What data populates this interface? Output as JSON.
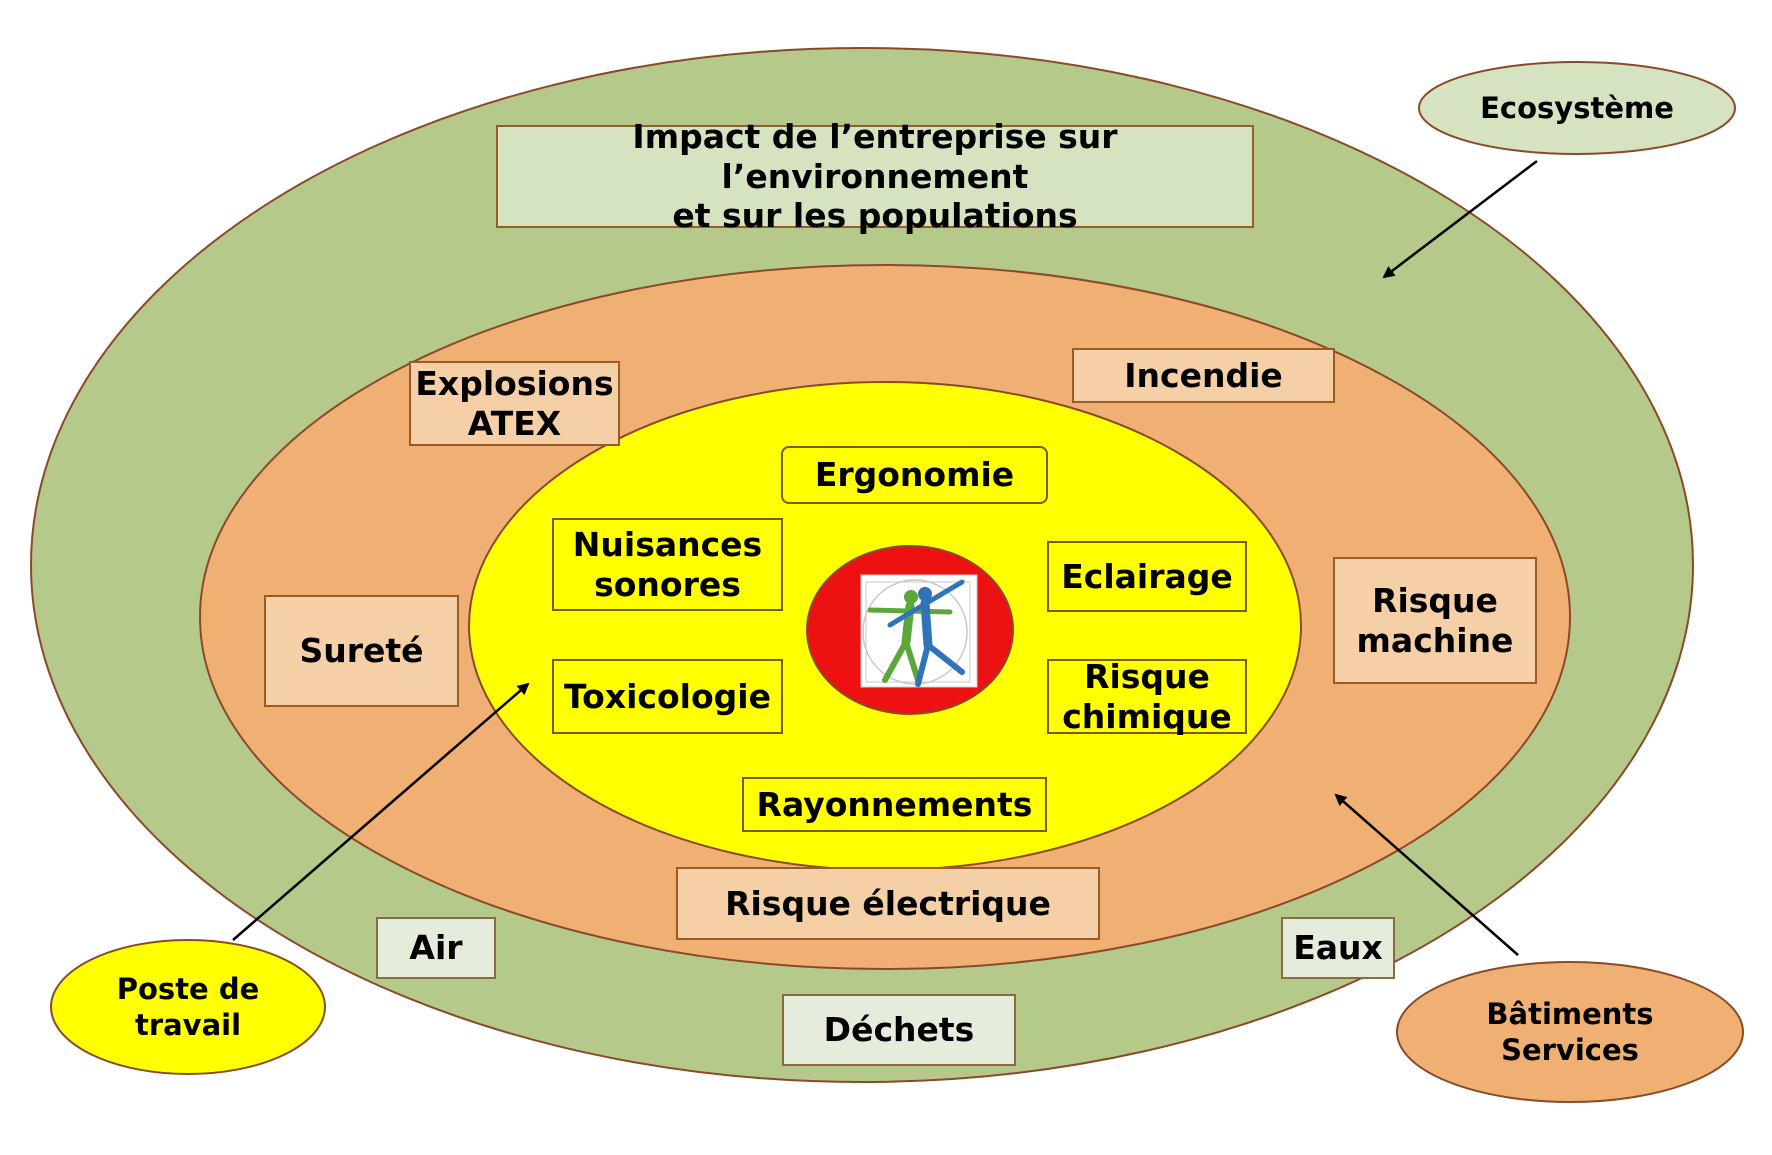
{
  "colors": {
    "outer_ring": "#b5c98a",
    "middle_ring": "#f0b073",
    "inner_ring": "#ffff00",
    "core": "#ee1111",
    "outline": "#8a4a2a",
    "label_peach": "#f5cfa6",
    "label_pale": "#e6ecdc",
    "label_green": "#d6e3c0"
  },
  "outer": {
    "title_line1": "Impact de l’entreprise  sur l’environnement",
    "title_line2": "et sur les populations",
    "air": "Air",
    "dechets": "Déchets",
    "eaux": "Eaux"
  },
  "middle": {
    "explosions_line1": "Explosions",
    "explosions_line2": "ATEX",
    "incendie": "Incendie",
    "surete": "Sureté",
    "risque_machine_line1": "Risque",
    "risque_machine_line2": "machine",
    "risque_electrique": "Risque électrique"
  },
  "inner": {
    "ergonomie": "Ergonomie",
    "nuisances_line1": "Nuisances",
    "nuisances_line2": "sonores",
    "eclairage": "Eclairage",
    "toxicologie": "Toxicologie",
    "risque_chimique_line1": "Risque",
    "risque_chimique_line2": "chimique",
    "rayonnements": "Rayonnements"
  },
  "callouts": {
    "ecosysteme": "Ecosystème",
    "poste_line1": "Poste de",
    "poste_line2": "travail",
    "batiments_line1": "Bâtiments",
    "batiments_line2": "Services"
  },
  "icons": {
    "core_icon": "people-figure-icon"
  }
}
